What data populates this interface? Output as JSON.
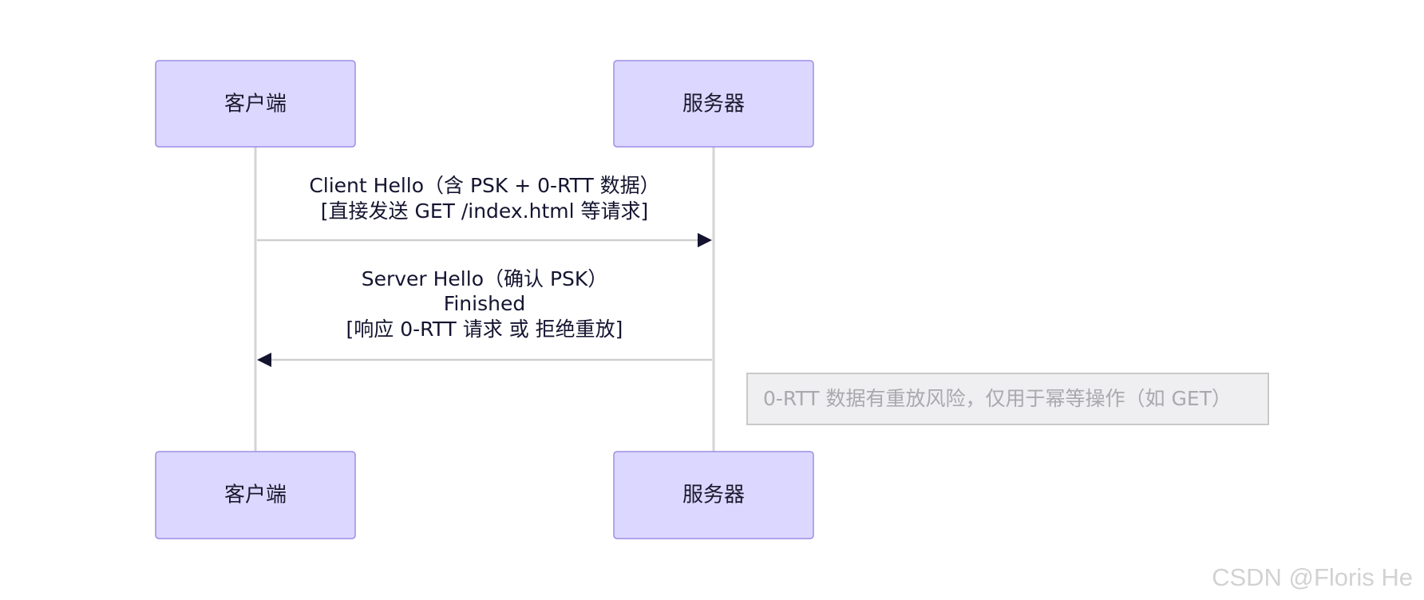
{
  "participants": {
    "client": "客户端",
    "server": "服务器"
  },
  "messages": [
    {
      "from": "client",
      "to": "server",
      "lines": [
        "Client Hello（含 PSK + 0-RTT 数据）",
        "[直接发送 GET /index.html 等请求]"
      ]
    },
    {
      "from": "server",
      "to": "client",
      "lines": [
        "Server Hello（确认 PSK）",
        "Finished",
        "[响应 0-RTT 请求 或 拒绝重放]"
      ]
    }
  ],
  "note": {
    "text": "0-RTT 数据有重放风险，仅用于幂等操作（如 GET）"
  },
  "watermark": "CSDN @Floris He",
  "colors": {
    "actor_fill": "#dcd7ff",
    "actor_border": "#9b8ee6",
    "arrow": "#141430",
    "note_fill": "#efeff1"
  }
}
